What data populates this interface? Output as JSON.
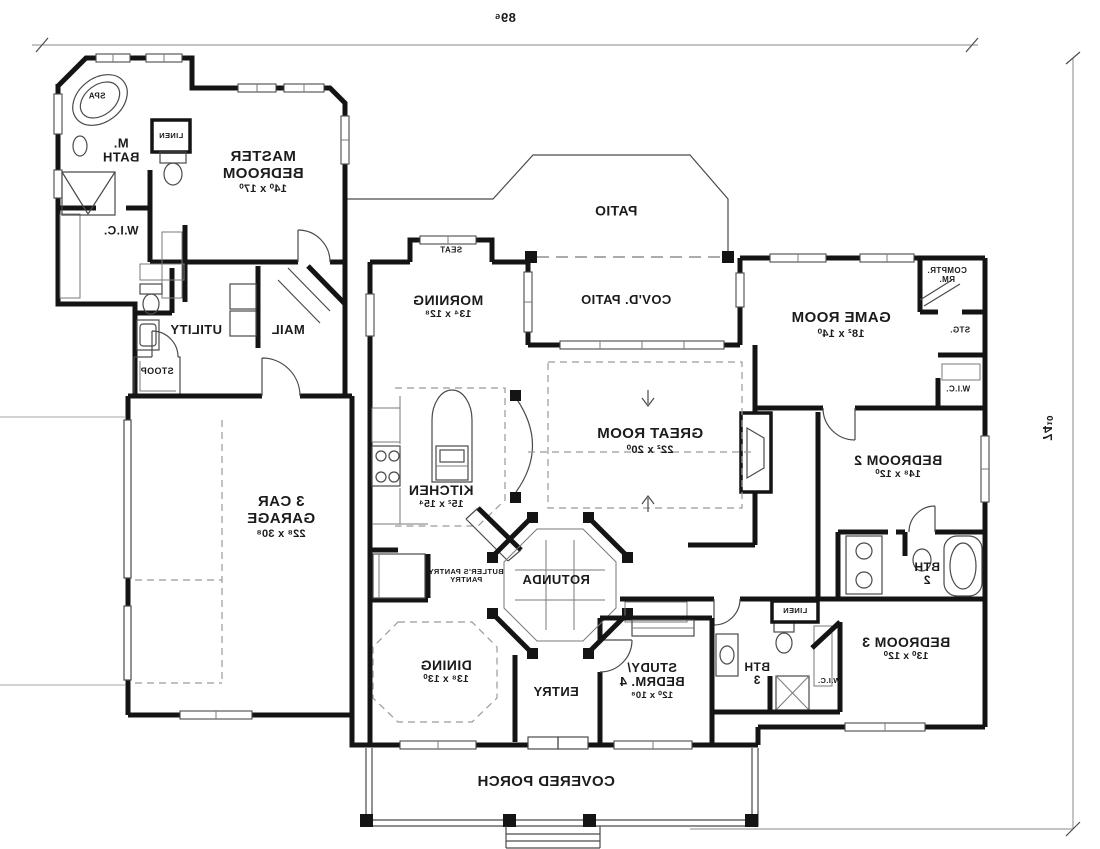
{
  "plan": {
    "dimensions": {
      "top": "89⁶",
      "right": "74¹⁰"
    },
    "rooms": {
      "spa": {
        "name": "SPA"
      },
      "m_bath": {
        "line1": "M.",
        "line2": "BATH"
      },
      "linen_master": {
        "name": "LINEN"
      },
      "wic_master": {
        "name": "W.I.C."
      },
      "master_bedroom": {
        "line1": "MASTER",
        "line2": "BEDROOM",
        "dims": "14⁰ x 17⁰"
      },
      "utility": {
        "name": "UTILITY"
      },
      "mail": {
        "name": "MAIL"
      },
      "stoop": {
        "name": "STOOP"
      },
      "garage": {
        "line1": "3 CAR",
        "line2": "GARAGE",
        "dims": "22⁸ x 30⁸"
      },
      "seat": {
        "name": "SEAT"
      },
      "morning": {
        "name": "MORNING",
        "dims": "13⁴ x 12⁸"
      },
      "patio": {
        "name": "PATIO"
      },
      "covd_patio": {
        "name": "COV'D. PATIO"
      },
      "game_room": {
        "name": "GAME ROOM",
        "dims": "18² x 14⁰"
      },
      "comptr_rm": {
        "line1": "COMPTR.",
        "line2": "RM."
      },
      "stg": {
        "name": "STG."
      },
      "wic_game": {
        "name": "W.I.C."
      },
      "great_room": {
        "name": "GREAT ROOM",
        "dims": "22² x 20⁰"
      },
      "kitchen": {
        "name": "KITCHEN",
        "dims": "15² x 15⁴"
      },
      "bedroom2": {
        "name": "BEDROOM 2",
        "dims": "14⁸ x 12⁰"
      },
      "butlers_pantry": {
        "line1": "BUTLER'S PANTRY",
        "line2": "PANTRY"
      },
      "rotunda": {
        "name": "ROTUNDA"
      },
      "bth2": {
        "line1": "BTH",
        "line2": "2"
      },
      "linen_hall": {
        "name": "LINEN"
      },
      "dining": {
        "name": "DINING",
        "dims": "13⁸ x 13⁰"
      },
      "study": {
        "line1": "STUDY/",
        "line2": "BEDRM. 4",
        "dims": "12⁰ x 10⁸"
      },
      "bth3": {
        "line1": "BTH",
        "line2": "3"
      },
      "wic_bed3": {
        "name": "W.I.C."
      },
      "bedroom3": {
        "name": "BEDROOM 3",
        "dims": "13⁰ x 12⁰"
      },
      "entry": {
        "name": "ENTRY"
      },
      "covered_porch": {
        "name": "COVERED PORCH"
      }
    },
    "colors": {
      "wall": "#141414",
      "thin_line": "#4a4a4a",
      "dash": "#9a9a9a",
      "text": "#1b1b1b",
      "background": "#ffffff"
    }
  }
}
